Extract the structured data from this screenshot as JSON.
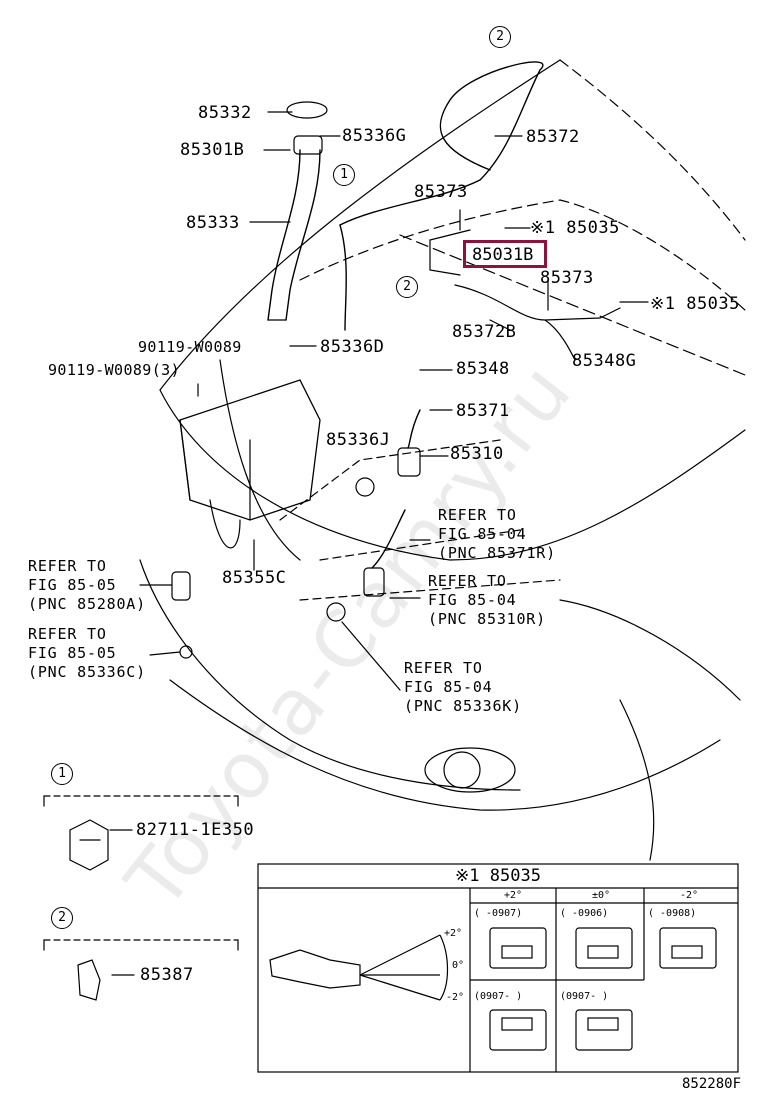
{
  "watermark": "Toyota-Camry.ru",
  "highlighted_part": "85031B",
  "parts": {
    "p85332": "85332",
    "p85336G": "85336G",
    "p85301B": "85301B",
    "p85372_top": "85372",
    "p85373_top": "85373",
    "p85035_top": "※1 85035",
    "p85333": "85333",
    "p85373_mid": "85373",
    "p85035_mid": "※1 85035",
    "p85372B": "85372B",
    "p85348G": "85348G",
    "p90119a": "90119-W0089",
    "p85336D": "85336D",
    "p90119b": "90119-W0089(3)",
    "p85348": "85348",
    "p85371": "85371",
    "p85336J": "85336J",
    "p85310": "85310",
    "p85355C": "85355C",
    "p82711": "82711-1E350",
    "p85387": "85387"
  },
  "callouts": [
    "1",
    "2",
    "2",
    "1",
    "2"
  ],
  "refer_notes": [
    {
      "l1": "REFER TO",
      "l2": "FIG 85-04",
      "l3": "(PNC 85371R)"
    },
    {
      "l1": "REFER TO",
      "l2": "FIG 85-04",
      "l3": "(PNC 85310R)"
    },
    {
      "l1": "REFER TO",
      "l2": "FIG 85-04",
      "l3": "(PNC 85336K)"
    },
    {
      "l1": "REFER TO",
      "l2": "FIG 85-05",
      "l3": "(PNC 85280A)"
    },
    {
      "l1": "REFER TO",
      "l2": "FIG 85-05",
      "l3": "(PNC 85336C)"
    }
  ],
  "inset": {
    "title": "※1 85035",
    "headers": [
      "+2°",
      "±0°",
      "-2°"
    ],
    "cells_row1": [
      "(      -0907)",
      "(      -0906)",
      "(      -0908)"
    ],
    "cells_row2": [
      "(0907-       )",
      "(0907-       )"
    ],
    "angles": [
      "+2°",
      "0°",
      "-2°"
    ]
  },
  "reference_code": "852280F"
}
